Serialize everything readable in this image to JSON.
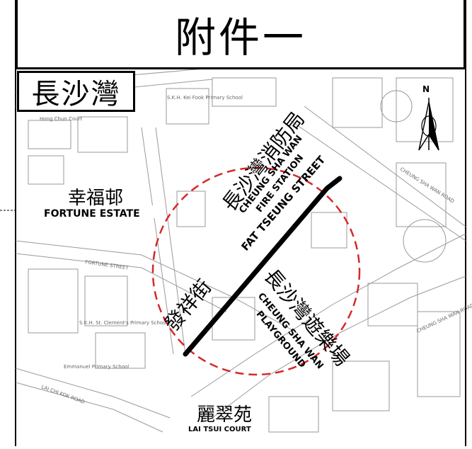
{
  "title": "附件一",
  "district": "長沙灣",
  "compass": {
    "label": "N"
  },
  "street": {
    "name_zh": "發祥街",
    "name_en": "FAT TSEUNG STREET"
  },
  "labels": {
    "fire_station_zh": "長沙灣消防局",
    "fire_station_en_1": "CHEUNG SHA WAN",
    "fire_station_en_2": "FIRE STATION",
    "playground_zh": "長沙灣遊樂場",
    "playground_en_1": "CHEUNG SHA WAN",
    "playground_en_2": "PLAYGROUND",
    "fortune_zh": "幸福邨",
    "fortune_en": "FORTUNE ESTATE",
    "laitsui_zh": "麗翠苑",
    "laitsui_en": "LAI TSUI COURT"
  },
  "minor_labels": {
    "school_top": "S.K.H. Kei Fook Primary School",
    "hong_chun": "Hong Chun Court",
    "cheung_sha_wan_road_1": "CHEUNG SHA WAN ROAD",
    "cheung_sha_wan_road_2": "CHEUNG SHA WAN ROAD",
    "fortune_street": "FORTUNE STREET",
    "lai_chi_kok_road": "LAI CHI KOK ROAD",
    "st_clements": "S.K.H. St. Clement's Primary School",
    "emmanuel": "Emmanuel Primary School"
  },
  "colors": {
    "line": "#000000",
    "circle": "#d62828",
    "map_lines": "#9a9a9a"
  }
}
